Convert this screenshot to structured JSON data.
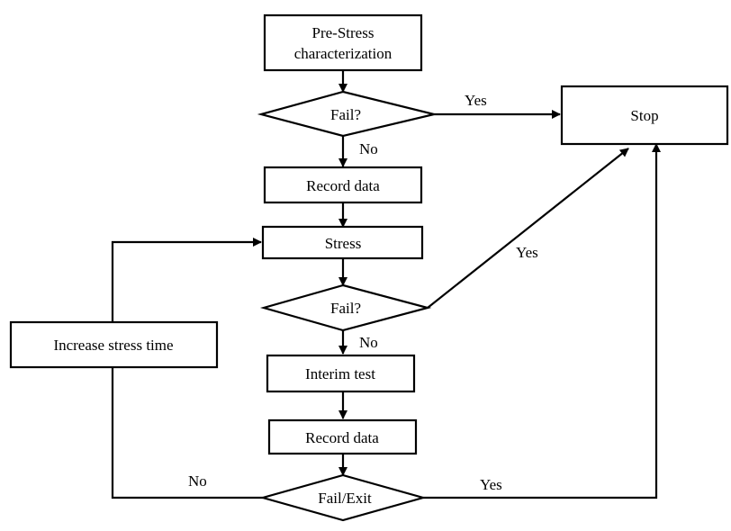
{
  "diagram": {
    "type": "flowchart",
    "nodes": {
      "pre_stress": {
        "shape": "process",
        "lines": [
          "Pre-Stress",
          "characterization"
        ]
      },
      "fail_1": {
        "shape": "decision",
        "label": "Fail?"
      },
      "stop": {
        "shape": "terminal",
        "label": "Stop"
      },
      "record_1": {
        "shape": "process",
        "label": "Record data"
      },
      "stress": {
        "shape": "process",
        "label": "Stress"
      },
      "fail_2": {
        "shape": "decision",
        "label": "Fail?"
      },
      "interim": {
        "shape": "process",
        "label": "Interim test"
      },
      "record_2": {
        "shape": "process",
        "label": "Record data"
      },
      "fail_exit": {
        "shape": "decision",
        "label": "Fail/Exit"
      },
      "increase": {
        "shape": "process",
        "label": "Increase stress time"
      }
    },
    "edges": [
      {
        "from": "pre_stress",
        "to": "fail_1",
        "label": ""
      },
      {
        "from": "fail_1",
        "to": "stop",
        "label": "Yes"
      },
      {
        "from": "fail_1",
        "to": "record_1",
        "label": "No"
      },
      {
        "from": "record_1",
        "to": "stress",
        "label": ""
      },
      {
        "from": "stress",
        "to": "fail_2",
        "label": ""
      },
      {
        "from": "fail_2",
        "to": "stop",
        "label": "Yes"
      },
      {
        "from": "fail_2",
        "to": "interim",
        "label": "No"
      },
      {
        "from": "interim",
        "to": "record_2",
        "label": ""
      },
      {
        "from": "record_2",
        "to": "fail_exit",
        "label": ""
      },
      {
        "from": "fail_exit",
        "to": "stop",
        "label": "Yes"
      },
      {
        "from": "fail_exit",
        "to": "increase",
        "label": "No"
      },
      {
        "from": "increase",
        "to": "stress",
        "label": ""
      }
    ],
    "edge_labels": {
      "fail1_yes": "Yes",
      "fail1_no": "No",
      "fail2_yes": "Yes",
      "fail2_no": "No",
      "failexit_yes": "Yes",
      "failexit_no": "No"
    }
  }
}
